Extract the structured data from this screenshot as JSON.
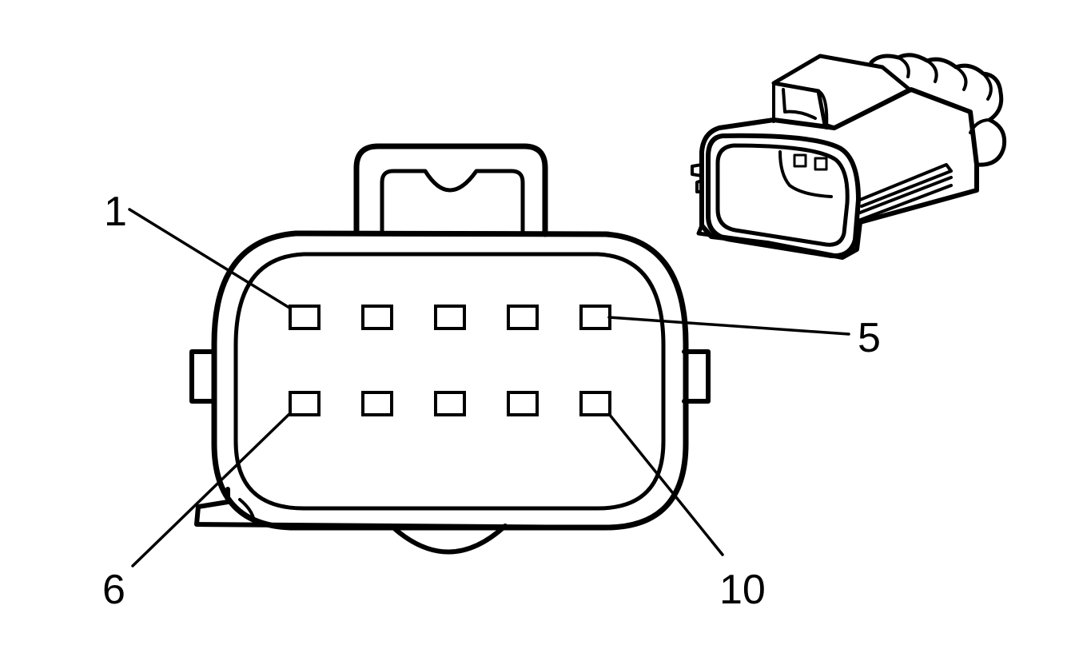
{
  "diagram": {
    "connector": {
      "pin_rows": 2,
      "pins_per_row": 5
    },
    "callouts": {
      "pin_1": "1",
      "pin_5": "5",
      "pin_6": "6",
      "pin_10": "10"
    },
    "colors": {
      "line": "#000000",
      "background": "#ffffff"
    }
  }
}
